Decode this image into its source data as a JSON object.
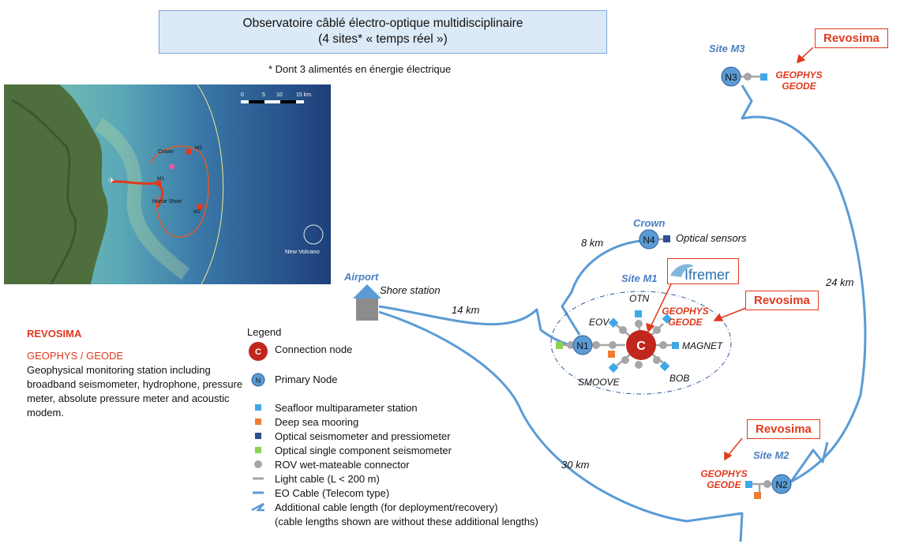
{
  "title": {
    "line1": "Observatoire câblé électro-optique multidisciplinaire",
    "line2": "(4 sites* « temps réel »)"
  },
  "note": "* Dont 3 alimentés en énergie électrique",
  "map": {
    "scale_ticks": [
      "0",
      "5",
      "10",
      "15 km"
    ],
    "labels": {
      "crown": "Crown",
      "m1": "M1",
      "horse_shoe": "Horse Shoe",
      "m3": "M3",
      "m2": "M2",
      "new_volcano": "New Volcano"
    }
  },
  "left_info": {
    "revosima": "REVOSIMA",
    "geophys_title": "GEOPHYS / GEODE",
    "description": "Geophysical monitoring station including broadband seismometer, hydrophone, pressure meter, absolute pressure meter and acoustic modem."
  },
  "legend": {
    "title": "Legend",
    "items": [
      "Connection node",
      "Primary Node",
      "Seafloor multiparameter station",
      "Deep sea mooring",
      "Optical seismometer and pressiometer",
      "Optical single component seismometer",
      "ROV wet-mateable connector",
      "Light cable (L < 200 m)",
      "EO Cable (Telecom type)",
      "Additional cable length (for deployment/recovery)",
      "(cable lengths shown are without these additional lengths)"
    ],
    "node_c": "C",
    "node_n": "N"
  },
  "diagram": {
    "airport": "Airport",
    "shore_station": "Shore station",
    "site_m1": "Site M1",
    "site_m2": "Site M2",
    "site_m3": "Site M3",
    "crown": "Crown",
    "nodes": {
      "n1": "N1",
      "n2": "N2",
      "n3": "N3",
      "n4": "N4",
      "c": "C"
    },
    "distances": {
      "d14": "14 km",
      "d8": "8 km",
      "d24": "24 km",
      "d30": "30 km"
    },
    "optical_sensors": "Optical sensors",
    "instruments": {
      "otn": "OTN",
      "eov": "EOV",
      "magnet": "MAGNET",
      "bob": "BOB",
      "smoove": "SMOOVE"
    },
    "geophys": "GEOPHYS",
    "geode": "GEODE",
    "revosima": "Revosima",
    "ifremer": "Ifremer"
  },
  "colors": {
    "cable": "#5b9bd5",
    "node_blue": "#5b9bd5",
    "node_red": "#c0271d",
    "station_light_blue": "#3fa9e8",
    "mooring_orange": "#ed7d31",
    "optical_dark_blue": "#2f4f8f",
    "optical_green": "#8fd14f",
    "connector_grey": "#a6a6a6",
    "revosima_red": "#e03a1e",
    "site_blue": "#4a7fc1"
  }
}
